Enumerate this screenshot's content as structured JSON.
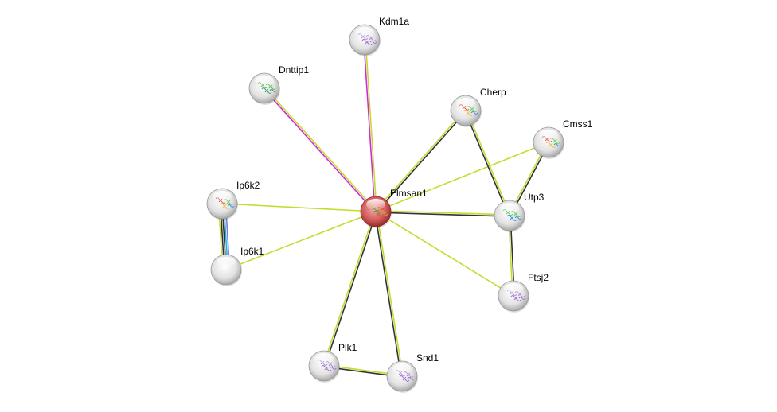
{
  "network": {
    "center_node": "Elmsan1",
    "nodes": [
      {
        "id": "Kdm1a",
        "label": "Kdm1a",
        "structure": "purple"
      },
      {
        "id": "Dnttip1",
        "label": "Dnttip1",
        "structure": "green"
      },
      {
        "id": "Cherp",
        "label": "Cherp",
        "structure": "rainbow"
      },
      {
        "id": "Cmss1",
        "label": "Cmss1",
        "structure": "rainbow"
      },
      {
        "id": "Ip6k2",
        "label": "Ip6k2",
        "structure": "rainbow"
      },
      {
        "id": "Elmsan1",
        "label": "Elmsan1",
        "structure": "query"
      },
      {
        "id": "Utp3",
        "label": "Utp3",
        "structure": "sparse"
      },
      {
        "id": "Ip6k1",
        "label": "Ip6k1",
        "structure": "none"
      },
      {
        "id": "Ftsj2",
        "label": "Ftsj2",
        "structure": "purple"
      },
      {
        "id": "Plk1",
        "label": "Plk1",
        "structure": "purple"
      },
      {
        "id": "Snd1",
        "label": "Snd1",
        "structure": "purple"
      }
    ],
    "edges": [
      {
        "from": "Elmsan1",
        "to": "Kdm1a",
        "colors": [
          "#d22ad9",
          "#c4dc2e"
        ]
      },
      {
        "from": "Elmsan1",
        "to": "Dnttip1",
        "colors": [
          "#d22ad9",
          "#c4dc2e"
        ]
      },
      {
        "from": "Elmsan1",
        "to": "Cherp",
        "colors": [
          "#c4dc2e",
          "#333333"
        ]
      },
      {
        "from": "Elmsan1",
        "to": "Cmss1",
        "colors": [
          "#c4dc2e"
        ]
      },
      {
        "from": "Elmsan1",
        "to": "Ip6k2",
        "colors": [
          "#c4dc2e"
        ]
      },
      {
        "from": "Elmsan1",
        "to": "Ip6k1",
        "colors": [
          "#c4dc2e"
        ]
      },
      {
        "from": "Elmsan1",
        "to": "Utp3",
        "colors": [
          "#c4dc2e",
          "#333333"
        ]
      },
      {
        "from": "Elmsan1",
        "to": "Ftsj2",
        "colors": [
          "#c4dc2e"
        ]
      },
      {
        "from": "Elmsan1",
        "to": "Plk1",
        "colors": [
          "#333333",
          "#c4dc2e"
        ]
      },
      {
        "from": "Elmsan1",
        "to": "Snd1",
        "colors": [
          "#c4dc2e",
          "#333333"
        ]
      },
      {
        "from": "Cherp",
        "to": "Utp3",
        "colors": [
          "#c4dc2e",
          "#333333"
        ]
      },
      {
        "from": "Cmss1",
        "to": "Utp3",
        "colors": [
          "#333333",
          "#c4dc2e"
        ]
      },
      {
        "from": "Utp3",
        "to": "Ftsj2",
        "colors": [
          "#333333",
          "#c4dc2e"
        ]
      },
      {
        "from": "Plk1",
        "to": "Snd1",
        "colors": [
          "#c4dc2e",
          "#333333"
        ]
      },
      {
        "from": "Ip6k2",
        "to": "Ip6k1",
        "colors": [
          "#7a7af0",
          "#21b8d8",
          "#333333",
          "#333333",
          "#c4dc2e"
        ]
      }
    ],
    "colors": {
      "query_node": "#d24a4a",
      "node": "#e6e6e6"
    }
  }
}
